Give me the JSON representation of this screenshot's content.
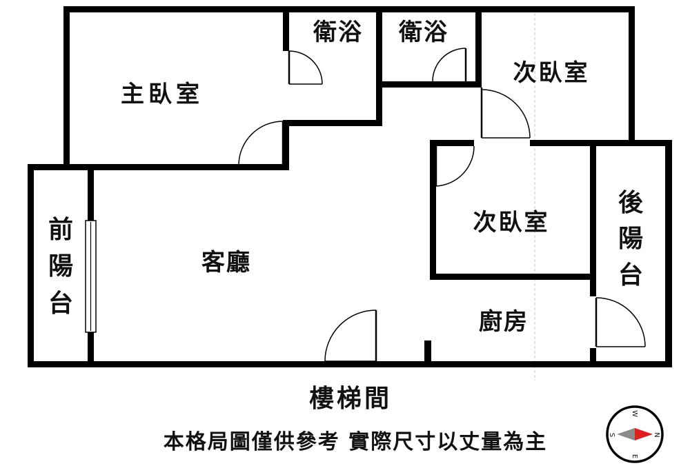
{
  "rooms": {
    "master_bedroom": "主臥室",
    "bathroom_1": "衛浴",
    "bathroom_2": "衛浴",
    "bedroom_top_right": "次臥室",
    "bedroom_middle": "次臥室",
    "front_balcony": [
      "前",
      "陽",
      "台"
    ],
    "living_room": "客廳",
    "rear_balcony": [
      "後",
      "陽",
      "台"
    ],
    "kitchen": "廚房"
  },
  "stairwell": "樓梯間",
  "disclaimer": "本格局圖僅供參考 實際尺寸以丈量為主",
  "compass": {
    "letters": {
      "north": "N",
      "south": "S",
      "east": "E",
      "west": "W"
    },
    "colors": {
      "pointer_red": "#e01e1e",
      "pointer_gray": "#8a8a8a"
    }
  }
}
